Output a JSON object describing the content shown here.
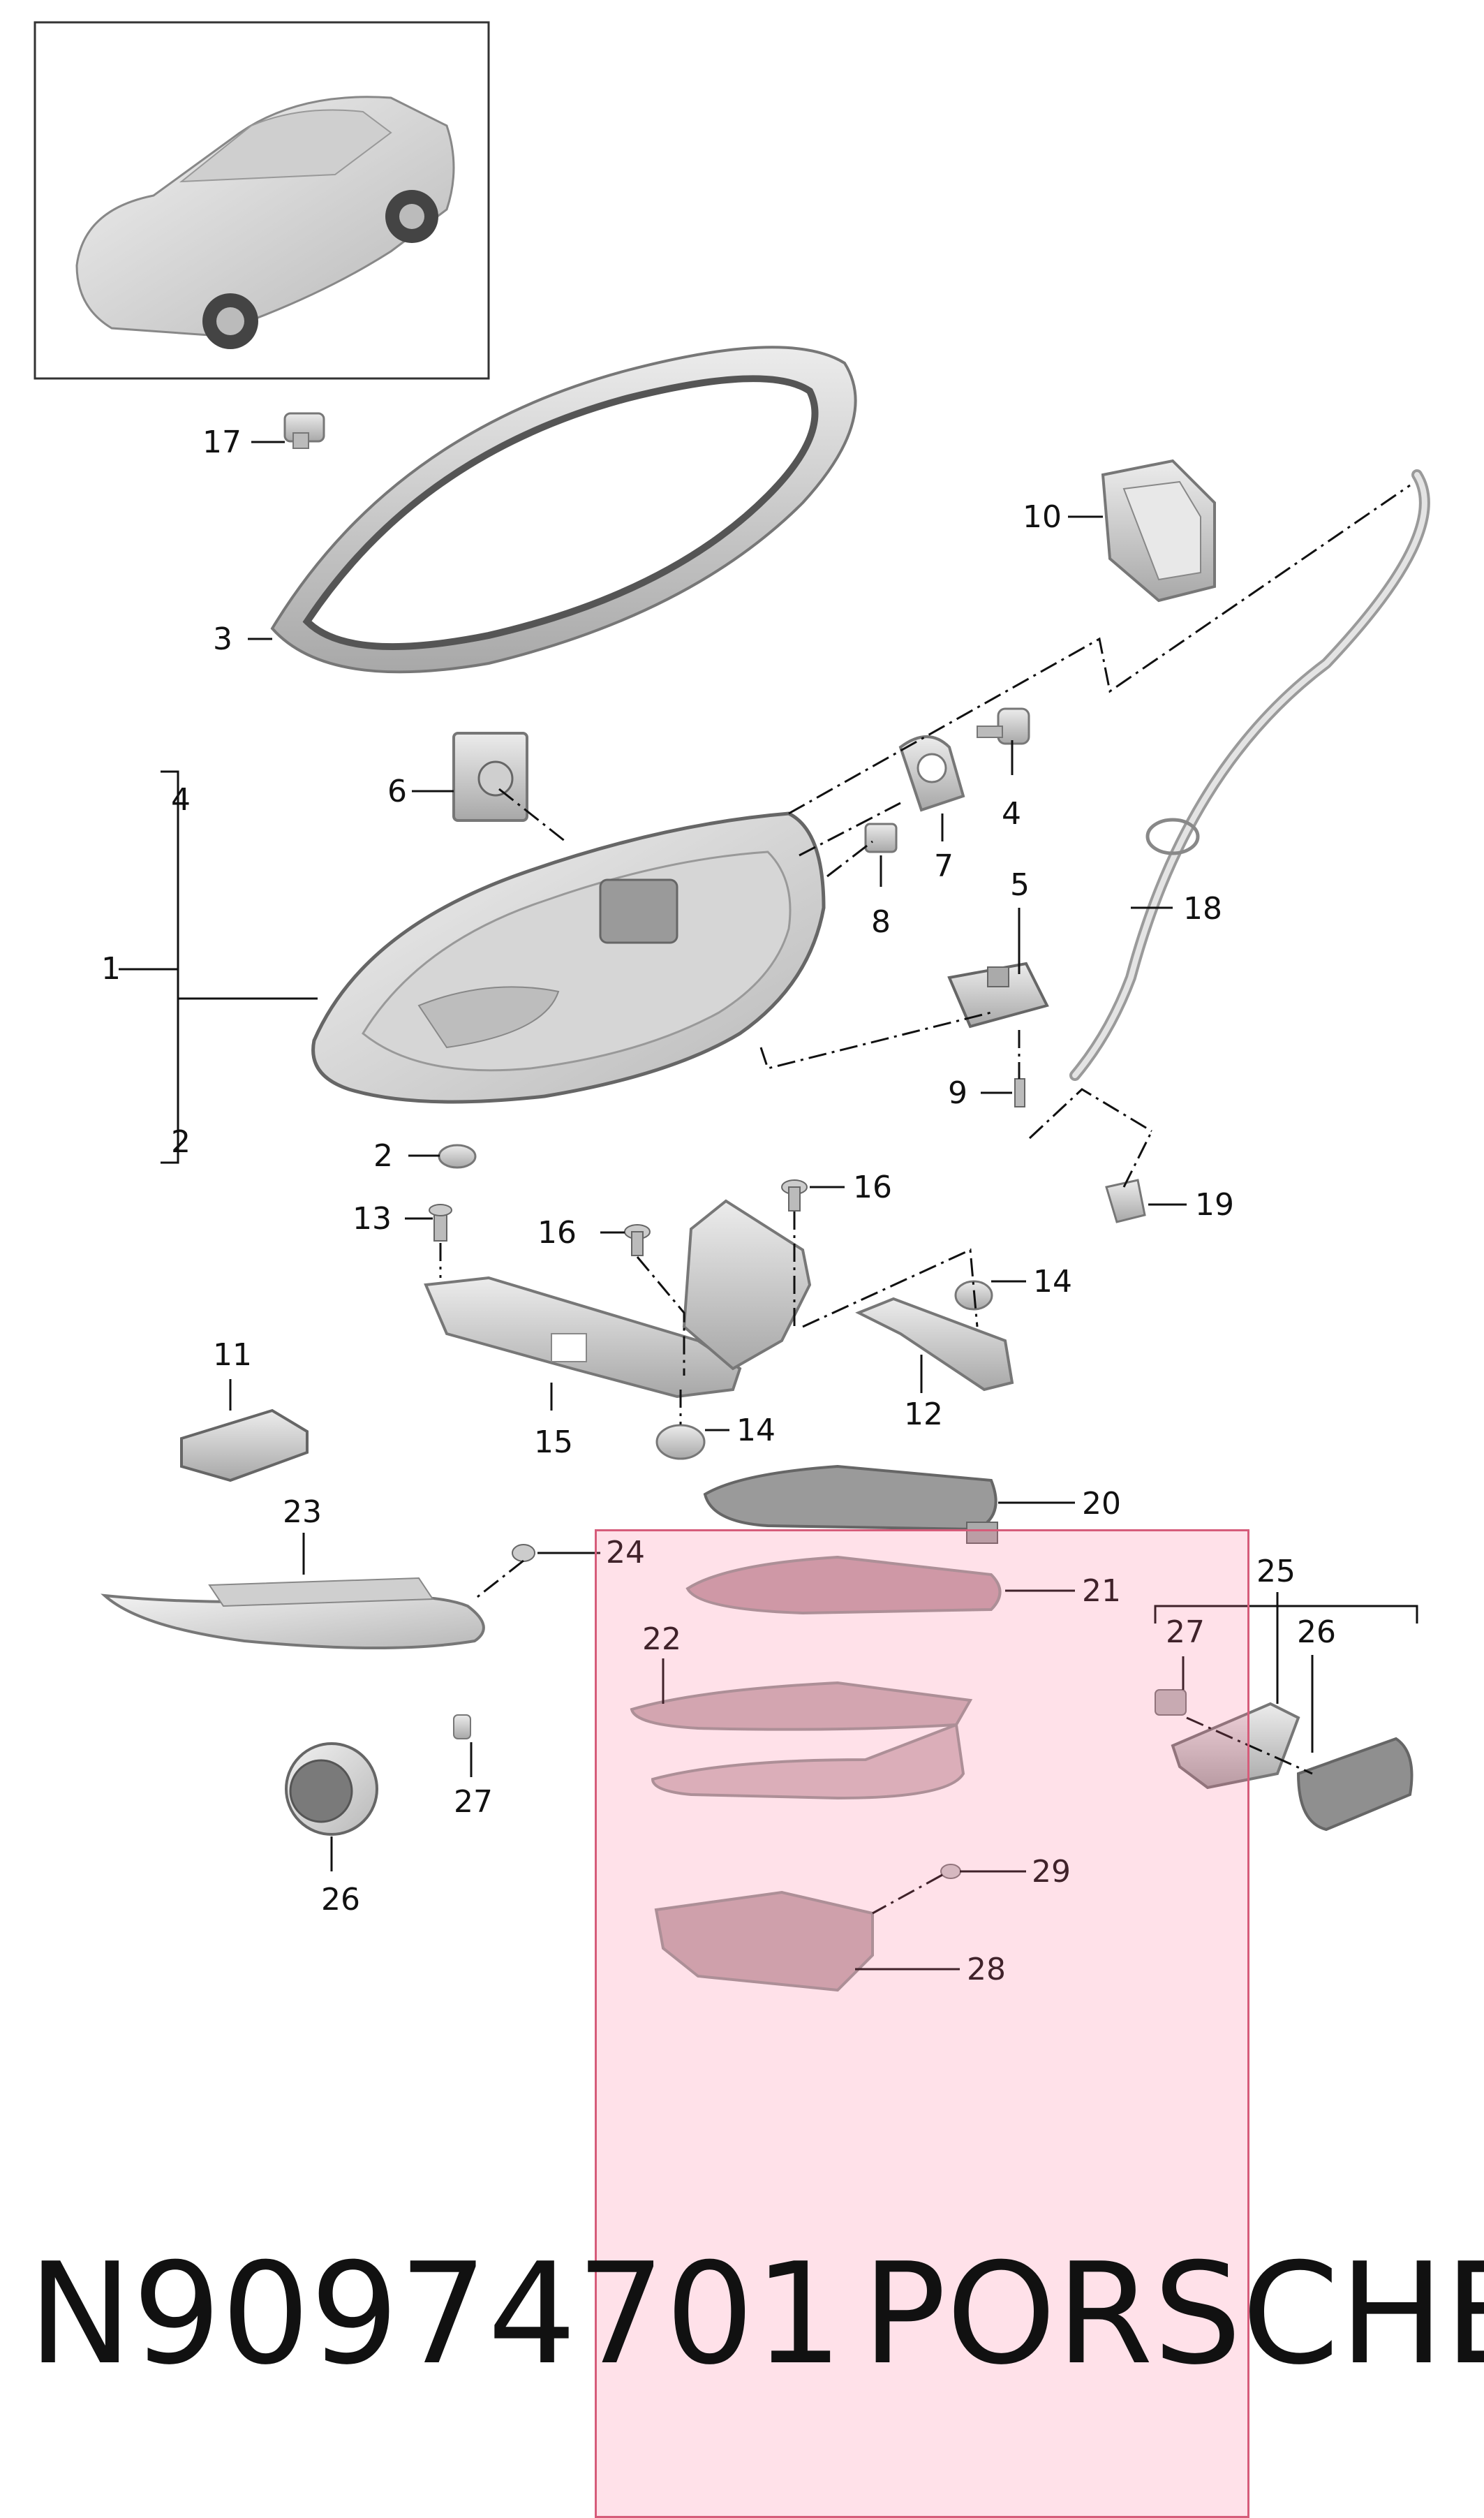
{
  "diagram": {
    "part_number": "N90974701",
    "brand": "PORSCHE",
    "callouts": {
      "c1": "1",
      "c2a": "2",
      "c2b": "2",
      "c3": "3",
      "c4a": "4",
      "c4b": "4",
      "c5": "5",
      "c6": "6",
      "c7": "7",
      "c8": "8",
      "c9": "9",
      "c10": "10",
      "c11": "11",
      "c12": "12",
      "c13": "13",
      "c14a": "14",
      "c14b": "14",
      "c15": "15",
      "c16a": "16",
      "c16b": "16",
      "c17": "17",
      "c18": "18",
      "c19": "19",
      "c20": "20",
      "c21": "21",
      "c22": "22",
      "c23": "23",
      "c24": "24",
      "c25": "25",
      "c26a": "26",
      "c26b": "26",
      "c27a": "27",
      "c27b": "27",
      "c28": "28",
      "c29": "29"
    },
    "colors": {
      "line": "#111111",
      "part_fill": "#d9d9d9",
      "part_stroke": "#7a7a7a",
      "highlight": "#ff6991"
    }
  }
}
